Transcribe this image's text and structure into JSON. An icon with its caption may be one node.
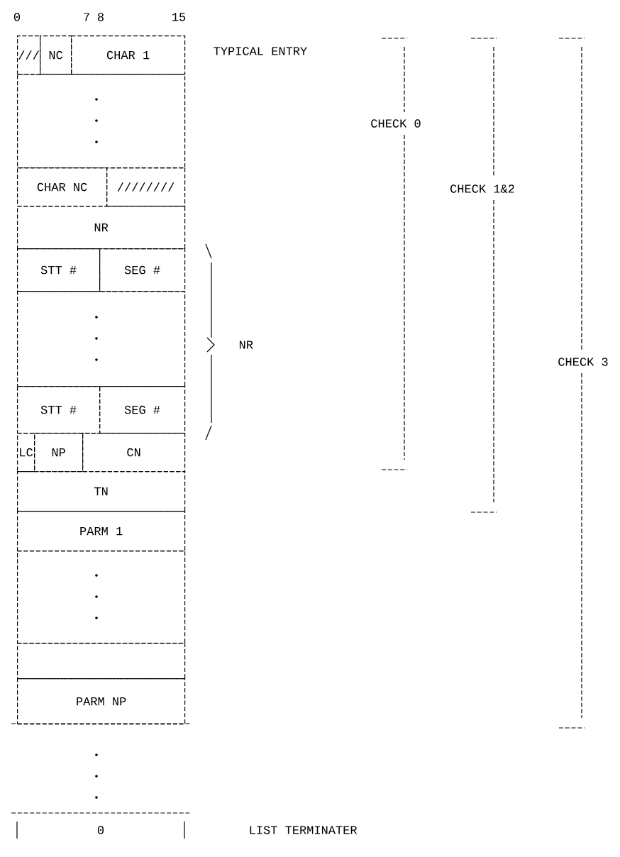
{
  "diagram": {
    "nodes": [
      {
        "text": [
          "///"
        ]
      },
      {
        "text": [
          "NC"
        ]
      },
      {
        "text": [
          "CHAR 1"
        ]
      },
      {
        "text": [],
        "shape": "box"
      },
      {
        "text": [
          "CHAR NC"
        ]
      },
      {
        "text": [
          "////////"
        ]
      },
      {
        "text": [
          "NR"
        ]
      },
      {
        "text": [
          "STT #"
        ]
      },
      {
        "text": [
          "SEG #"
        ]
      },
      {
        "text": [],
        "shape": "box"
      },
      {
        "text": [
          "STT #"
        ]
      },
      {
        "text": [
          "SEG #"
        ]
      },
      {
        "text": [
          "LC"
        ]
      },
      {
        "text": [
          "NP"
        ]
      },
      {
        "text": [
          "CN"
        ]
      },
      {
        "text": [
          "TN"
        ]
      },
      {
        "text": [
          "PARM 1"
        ]
      },
      {
        "text": [],
        "shape": "box"
      },
      {
        "text": [],
        "shape": "box"
      },
      {
        "text": [
          "PARM NP"
        ]
      },
      {
        "text": [
          "0"
        ]
      }
    ],
    "labels": [
      "0",
      "7",
      "8",
      "15",
      "TYPICAL ENTRY",
      "NR",
      "CHECK 0",
      "CHECK 1&2",
      "CHECK 3",
      "LIST TERMINATER"
    ]
  }
}
